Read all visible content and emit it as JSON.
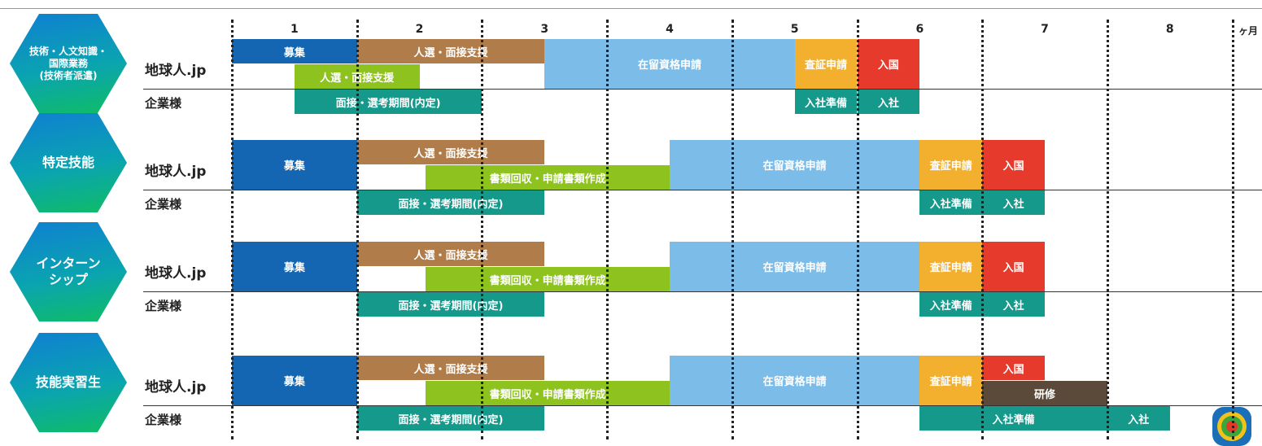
{
  "axis": {
    "months": [
      "1",
      "2",
      "3",
      "4",
      "5",
      "6",
      "7",
      "8"
    ],
    "unit_label": "ヶ月"
  },
  "row_labels": {
    "agency": "地球人.jp",
    "company": "企業様"
  },
  "colors": {
    "recruit": "#1466b3",
    "selection_support": "#b07c49",
    "documents": "#8dc21f",
    "interview": "#14998b",
    "residence": "#7cbce8",
    "certificate": "#f2b02e",
    "entry": "#e63a2c",
    "training": "#5b4a3a",
    "hex_gradient": [
      "#0f7fd2",
      "#0aa4b0",
      "#10bd63"
    ],
    "dotted_line": "#222222"
  },
  "sections": [
    {
      "name": "技術・人文知識・\n国際業務\n(技術者派遣)",
      "agency_bars": [
        {
          "label": "募集",
          "start": 0,
          "end": 1,
          "color": "recruit",
          "lane": 0
        },
        {
          "label": "人選・面接支援",
          "start": 1,
          "end": 2.5,
          "color": "selection_support",
          "lane": 0
        },
        {
          "label": "人選・面接支援",
          "start": 0.5,
          "end": 1.5,
          "color": "documents",
          "lane": 1
        },
        {
          "label": "在留資格申請",
          "start": 2.5,
          "end": 4.5,
          "color": "residence",
          "lane": "full"
        },
        {
          "label": "査証申請",
          "start": 4.5,
          "end": 5,
          "color": "certificate",
          "lane": "full"
        },
        {
          "label": "入国",
          "start": 5,
          "end": 5.5,
          "color": "entry",
          "lane": "full"
        }
      ],
      "company_bars": [
        {
          "label": "面接・選考期間(内定)",
          "start": 0.5,
          "end": 2,
          "color": "interview"
        },
        {
          "label": "入社準備",
          "start": 4.5,
          "end": 5,
          "color": "interview"
        },
        {
          "label": "入社",
          "start": 5,
          "end": 5.5,
          "color": "interview"
        }
      ]
    },
    {
      "name": "特定技能",
      "agency_bars": [
        {
          "label": "募集",
          "start": 0,
          "end": 1,
          "color": "recruit",
          "lane": "full"
        },
        {
          "label": "人選・面接支援",
          "start": 1,
          "end": 2.5,
          "color": "selection_support",
          "lane": 0
        },
        {
          "label": "書類回収・申請書類作成",
          "start": 1.55,
          "end": 3.5,
          "color": "documents",
          "lane": 1
        },
        {
          "label": "在留資格申請",
          "start": 3.5,
          "end": 5.5,
          "color": "residence",
          "lane": "full"
        },
        {
          "label": "査証申請",
          "start": 5.5,
          "end": 6,
          "color": "certificate",
          "lane": "full"
        },
        {
          "label": "入国",
          "start": 6,
          "end": 6.5,
          "color": "entry",
          "lane": "full"
        }
      ],
      "company_bars": [
        {
          "label": "面接・選考期間(内定)",
          "start": 1,
          "end": 2.5,
          "color": "interview"
        },
        {
          "label": "入社準備",
          "start": 5.5,
          "end": 6,
          "color": "interview"
        },
        {
          "label": "入社",
          "start": 6,
          "end": 6.5,
          "color": "interview"
        }
      ]
    },
    {
      "name": "インターン\nシップ",
      "agency_bars": [
        {
          "label": "募集",
          "start": 0,
          "end": 1,
          "color": "recruit",
          "lane": "full"
        },
        {
          "label": "人選・面接支援",
          "start": 1,
          "end": 2.5,
          "color": "selection_support",
          "lane": 0
        },
        {
          "label": "書類回収・申請書類作成",
          "start": 1.55,
          "end": 3.5,
          "color": "documents",
          "lane": 1
        },
        {
          "label": "在留資格申請",
          "start": 3.5,
          "end": 5.5,
          "color": "residence",
          "lane": "full"
        },
        {
          "label": "査証申請",
          "start": 5.5,
          "end": 6,
          "color": "certificate",
          "lane": "full"
        },
        {
          "label": "入国",
          "start": 6,
          "end": 6.5,
          "color": "entry",
          "lane": "full"
        }
      ],
      "company_bars": [
        {
          "label": "面接・選考期間(内定)",
          "start": 1,
          "end": 2.5,
          "color": "interview"
        },
        {
          "label": "入社準備",
          "start": 5.5,
          "end": 6,
          "color": "interview"
        },
        {
          "label": "入社",
          "start": 6,
          "end": 6.5,
          "color": "interview"
        }
      ]
    },
    {
      "name": "技能実習生",
      "agency_bars": [
        {
          "label": "募集",
          "start": 0,
          "end": 1,
          "color": "recruit",
          "lane": "full"
        },
        {
          "label": "人選・面接支援",
          "start": 1,
          "end": 2.5,
          "color": "selection_support",
          "lane": 0
        },
        {
          "label": "書類回収・申請書類作成",
          "start": 1.55,
          "end": 3.5,
          "color": "documents",
          "lane": 1
        },
        {
          "label": "在留資格申請",
          "start": 3.5,
          "end": 5.5,
          "color": "residence",
          "lane": "full"
        },
        {
          "label": "査証申請",
          "start": 5.5,
          "end": 6,
          "color": "certificate",
          "lane": "full"
        },
        {
          "label": "入国",
          "start": 6,
          "end": 6.5,
          "color": "entry",
          "lane": 0
        },
        {
          "label": "研修",
          "start": 6,
          "end": 7,
          "color": "training",
          "lane": 1
        }
      ],
      "company_bars": [
        {
          "label": "面接・選考期間(内定)",
          "start": 1,
          "end": 2.5,
          "color": "interview"
        },
        {
          "label": "入社準備",
          "start": 5.5,
          "end": 7,
          "color": "interview"
        },
        {
          "label": "入社",
          "start": 7,
          "end": 7.5,
          "color": "interview"
        }
      ]
    }
  ]
}
